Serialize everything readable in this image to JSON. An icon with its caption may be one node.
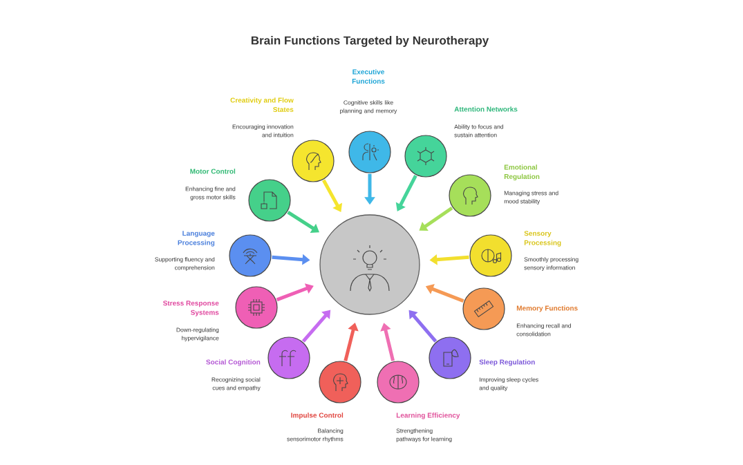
{
  "diagram": {
    "title": "Brain Functions Targeted by Neurotherapy",
    "nodes": [
      {
        "text": [],
        "shape": "circle"
      },
      {
        "text": [
          "Executive Functions",
          "Cognitive skills like planning and memory"
        ]
      },
      {
        "text": [
          "Attention Networks",
          "Ability to focus and sustain attention"
        ]
      },
      {
        "text": [
          "Emotional Regulation",
          "Managing stress and mood stability"
        ]
      },
      {
        "text": [
          "Sensory Processing",
          "Smoothly processing sensory information"
        ]
      },
      {
        "text": [
          "Memory Functions",
          "Enhancing recall and consolidation"
        ]
      },
      {
        "text": [
          "Sleep Regulation",
          "Improving sleep cycles and quality"
        ]
      },
      {
        "text": [
          "Learning Efficiency",
          "Strengthening pathways for learning"
        ]
      },
      {
        "text": [
          "Impulse Control",
          "Balancing sensorimotor rhythms"
        ]
      },
      {
        "text": [
          "Social Cognition",
          "Recognizing social cues and empathy"
        ]
      },
      {
        "text": [
          "Stress Response Systems",
          "Down-regulating hypervigilance"
        ]
      },
      {
        "text": [
          "Language Processing",
          "Supporting fluency and comprehension"
        ]
      },
      {
        "text": [
          "Motor Control",
          "Enhancing fine and gross motor skills"
        ]
      },
      {
        "text": [
          "Creativity and Flow States",
          "Encouraging innovation and intuition"
        ]
      }
    ],
    "edges": [
      {
        "from": 1,
        "to": 0,
        "arrow": "to",
        "color": "#3fb8e8"
      },
      {
        "from": 2,
        "to": 0,
        "arrow": "to",
        "color": "#45d49a"
      },
      {
        "from": 3,
        "to": 0,
        "arrow": "to",
        "color": "#a6df5a"
      },
      {
        "from": 4,
        "to": 0,
        "arrow": "to",
        "color": "#f2df2e"
      },
      {
        "from": 5,
        "to": 0,
        "arrow": "to",
        "color": "#f59a55"
      },
      {
        "from": 6,
        "to": 0,
        "arrow": "to",
        "color": "#8e6ff0"
      },
      {
        "from": 7,
        "to": 0,
        "arrow": "to",
        "color": "#ef6fb3"
      },
      {
        "from": 8,
        "to": 0,
        "arrow": "to",
        "color": "#f0605a"
      },
      {
        "from": 9,
        "to": 0,
        "arrow": "to",
        "color": "#c66cf0"
      },
      {
        "from": 10,
        "to": 0,
        "arrow": "to",
        "color": "#ef5fb5"
      },
      {
        "from": 11,
        "to": 0,
        "arrow": "to",
        "color": "#5b8ff0"
      },
      {
        "from": 12,
        "to": 0,
        "arrow": "to",
        "color": "#45d08a"
      },
      {
        "from": 13,
        "to": 0,
        "arrow": "to",
        "color": "#f5e52e"
      }
    ]
  }
}
